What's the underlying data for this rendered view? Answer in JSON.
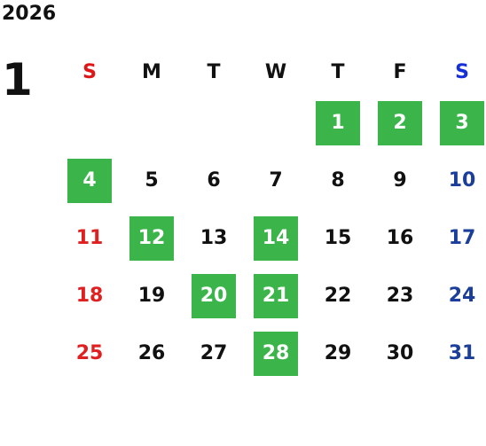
{
  "year": "2026",
  "month": "1",
  "weekdays": [
    "S",
    "M",
    "T",
    "W",
    "T",
    "F",
    "S"
  ],
  "colors": {
    "highlight": "#3bb54a",
    "sunday": "#e02020",
    "saturday": "#1a3e99",
    "weekday": "#111111"
  },
  "days": [
    {
      "label": "1",
      "highlight": true
    },
    {
      "label": "2",
      "highlight": true
    },
    {
      "label": "3",
      "highlight": true
    },
    {
      "label": "4",
      "highlight": true
    },
    {
      "label": "5",
      "highlight": false
    },
    {
      "label": "6",
      "highlight": false
    },
    {
      "label": "7",
      "highlight": false
    },
    {
      "label": "8",
      "highlight": false
    },
    {
      "label": "9",
      "highlight": false
    },
    {
      "label": "10",
      "highlight": false
    },
    {
      "label": "11",
      "highlight": false
    },
    {
      "label": "12",
      "highlight": true
    },
    {
      "label": "13",
      "highlight": false
    },
    {
      "label": "14",
      "highlight": true
    },
    {
      "label": "15",
      "highlight": false
    },
    {
      "label": "16",
      "highlight": false
    },
    {
      "label": "17",
      "highlight": false
    },
    {
      "label": "18",
      "highlight": false
    },
    {
      "label": "19",
      "highlight": false
    },
    {
      "label": "20",
      "highlight": true
    },
    {
      "label": "21",
      "highlight": true
    },
    {
      "label": "22",
      "highlight": false
    },
    {
      "label": "23",
      "highlight": false
    },
    {
      "label": "24",
      "highlight": false
    },
    {
      "label": "25",
      "highlight": false
    },
    {
      "label": "26",
      "highlight": false
    },
    {
      "label": "27",
      "highlight": false
    },
    {
      "label": "28",
      "highlight": true
    },
    {
      "label": "29",
      "highlight": false
    },
    {
      "label": "30",
      "highlight": false
    },
    {
      "label": "31",
      "highlight": false
    }
  ]
}
